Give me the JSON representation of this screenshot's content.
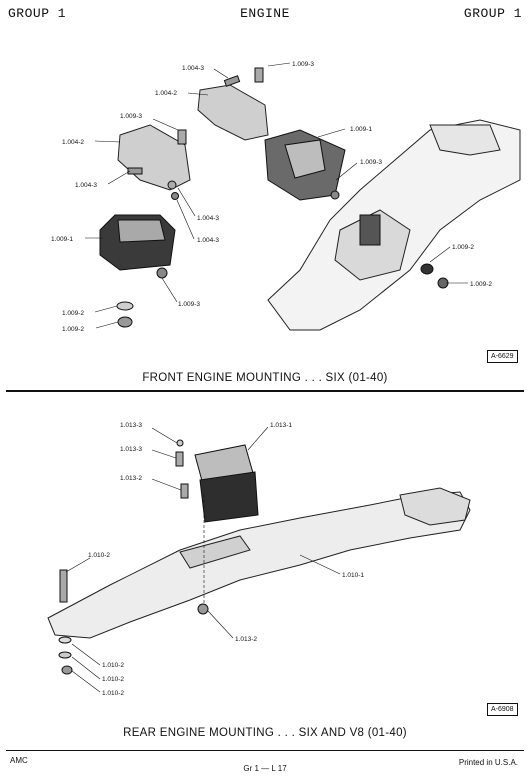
{
  "header": {
    "left": "GROUP 1",
    "center": "ENGINE",
    "right": "GROUP 1"
  },
  "front_figure": {
    "caption": "FRONT ENGINE MOUNTING . . . SIX  (01-40)",
    "ref": "A-6629",
    "callouts": [
      "1.004-3",
      "1.009-3",
      "1.004-2",
      "1.009-3",
      "1.004-2",
      "1.009-1",
      "1.009-3",
      "1.004-3",
      "1.004-3",
      "1.004-3",
      "1.009-1",
      "1.009-2",
      "1.009-3",
      "1.009-2",
      "1.009-2",
      "1.009-2"
    ]
  },
  "rear_figure": {
    "caption": "REAR ENGINE MOUNTING . . . SIX AND V8  (01-40)",
    "ref": "A-6908",
    "callouts": [
      "1.013-3",
      "1.013-3",
      "1.013-1",
      "1.013-2",
      "1.010-2",
      "1.010-1",
      "1.013-2",
      "1.010-2",
      "1.010-2",
      "1.010-2"
    ]
  },
  "footer": {
    "left": "AMC",
    "center": "Gr 1 — L 17",
    "right": "Printed in U.S.A."
  }
}
